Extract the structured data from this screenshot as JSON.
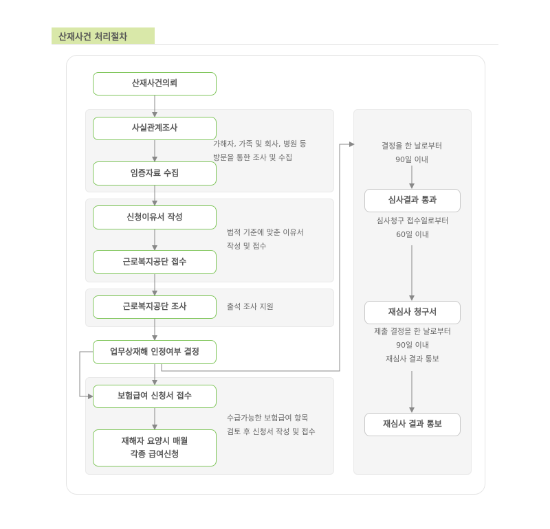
{
  "title": "산재사건 처리절차",
  "boxes": {
    "request": "산재사건의뢰",
    "fact_check": "사실관계조사",
    "evidence": "임증자료 수집",
    "reason_doc": "신청이유서 작성",
    "comwel_receipt": "근로복지공단 접수",
    "comwel_survey": "근로복지공단 조사",
    "approval_decision": "업무상재해 인정여부 결정",
    "benefit_claim": "보험급여 신청서 접수",
    "monthly_line1": "재해자 요양시 매월",
    "monthly_line2": "각종 급여신청",
    "review_result": "심사결과 통과",
    "rereview_claim": "재심사 청구서",
    "rereview_notice": "재심사 결과 통보"
  },
  "notes": {
    "fact_line1": "가해자, 가족 및 회사, 병원 등",
    "fact_line2": "방문을 통한 조사 및 수집",
    "legal_line1": "법적 기준에 맞춘 이유서",
    "legal_line2": "작성 및 접수",
    "attend": "출석 조사 지원",
    "benefit_line1": "수급가능한 보험급여 항목",
    "benefit_line2": "검토 후 신청서 작성 및 접수",
    "decision_line1": "결정을 한 날로부터",
    "decision_line2": "90일 이내",
    "review_line1": "심사청구 접수일로부터",
    "review_line2": "60일 이내",
    "submit_line1": "제출 결정을 한 날로부터",
    "submit_line2": "90일 이내",
    "submit_line3": "재심사 결과 통보"
  },
  "colors": {
    "accent_green": "#7fc55a",
    "title_bg": "#d9e8a9",
    "arrow": "#888888"
  }
}
